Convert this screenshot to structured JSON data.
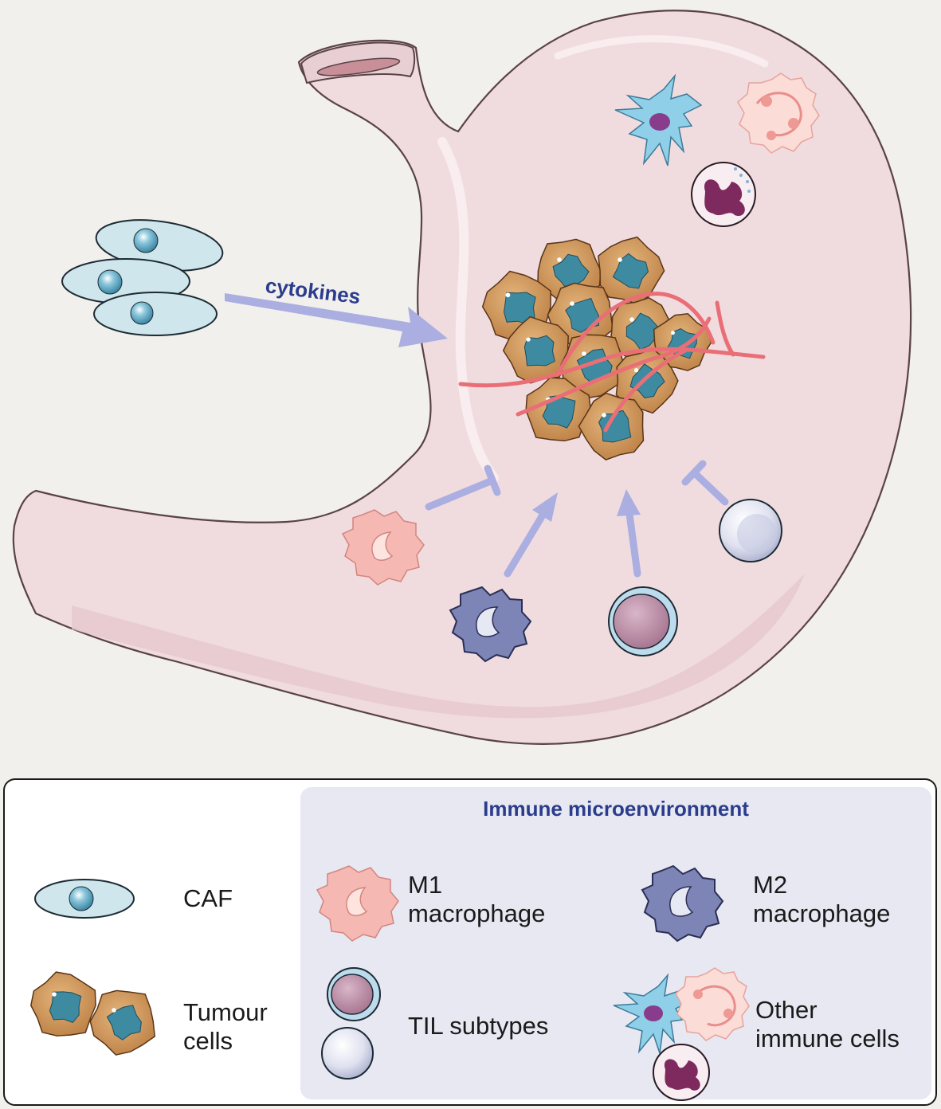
{
  "diagram": {
    "arrow_label": "cytokines",
    "colors": {
      "background": "#f1f0ec",
      "stomach_fill": "#f0dcdf",
      "arrow": "#aaaee0",
      "arrow_label": "#2b3c8d",
      "legend_panel": "#e7e8f2",
      "caf_fill": "#cfe6ec",
      "tumour_fill": "#d6a064",
      "tumour_nucleus": "#3e8aa0",
      "m1_fill": "#f6b8b3",
      "m2_fill": "#7d84b6",
      "vessel": "#ea6e76"
    }
  },
  "legend": {
    "caf": "CAF",
    "tumour": [
      "Tumour",
      "cells"
    ],
    "immune_title": "Immune microenvironment",
    "m1": [
      "M1",
      "macrophage"
    ],
    "m2": [
      "M2",
      "macrophage"
    ],
    "til": "TIL subtypes",
    "other": [
      "Other",
      "immune cells"
    ]
  }
}
